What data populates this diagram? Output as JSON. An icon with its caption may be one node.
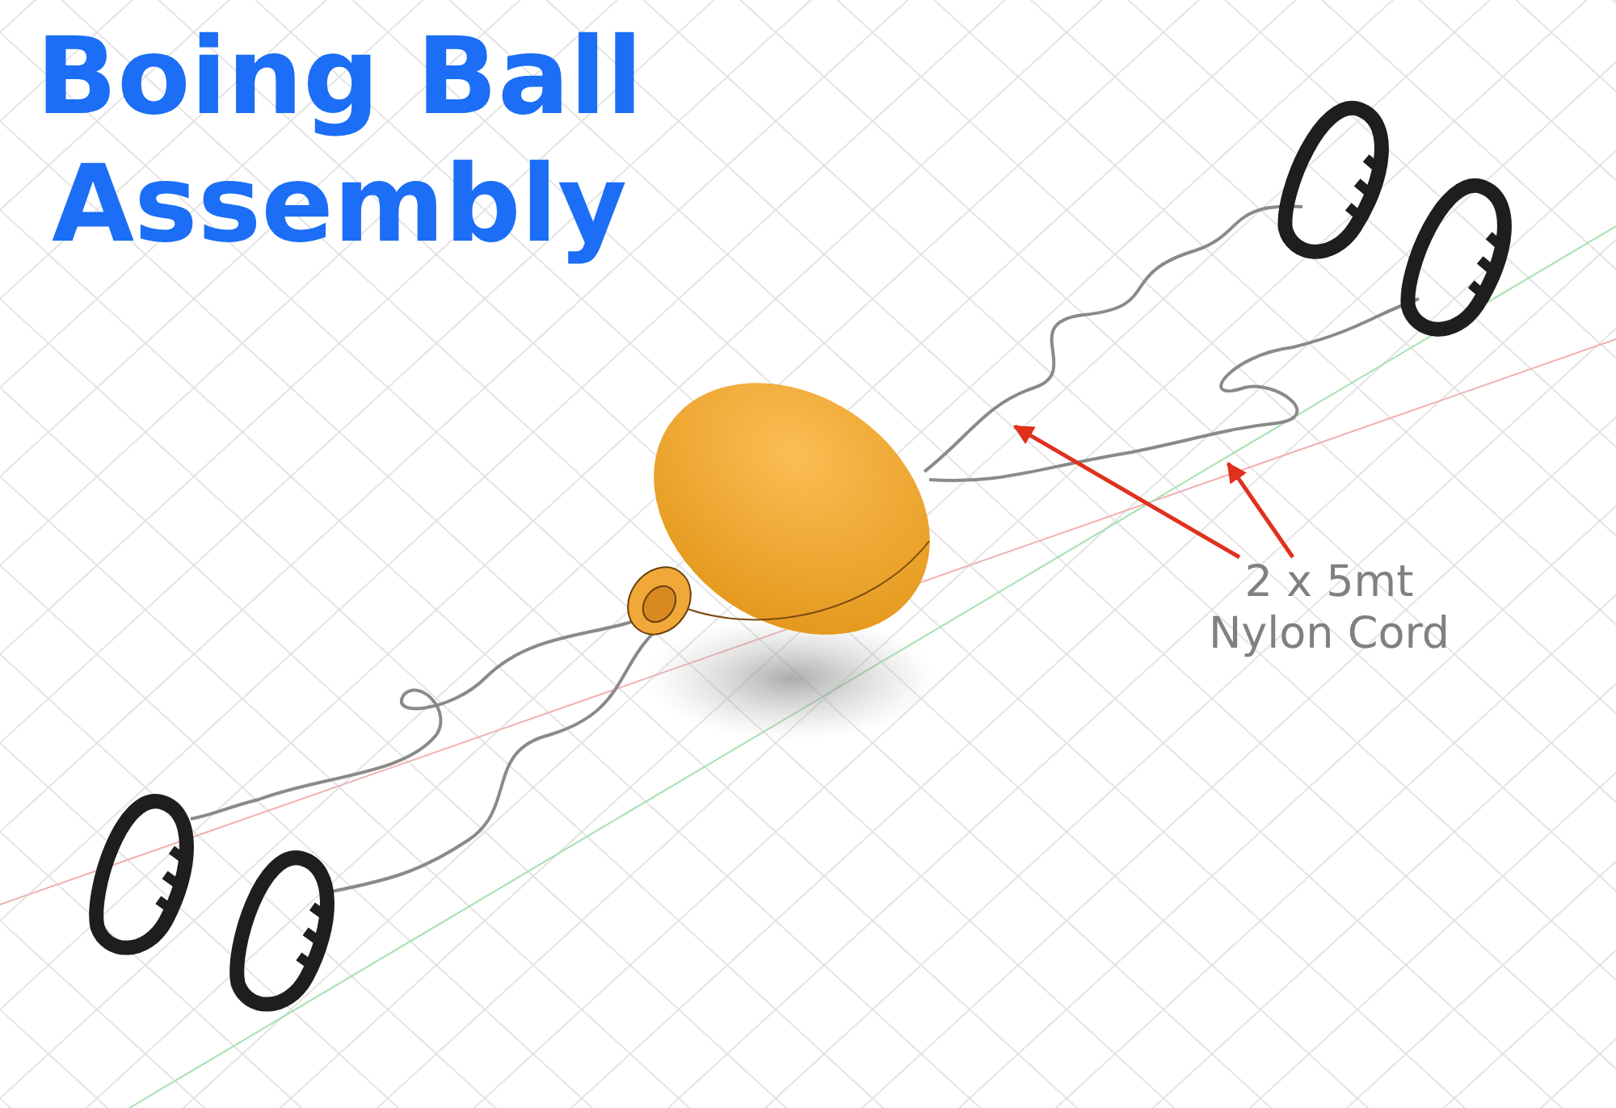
{
  "diagram": {
    "title": "Boing Ball Assembly",
    "nodes": [
      {
        "text": [
          "2 x 5mt Nylon Cord"
        ]
      },
      {
        "text": [],
        "shape": "picture"
      },
      {
        "text": [],
        "shape": "picture"
      }
    ],
    "edges": [
      {
        "from": 0,
        "to": 1,
        "arrow": "to",
        "color": "#e0301e"
      },
      {
        "from": 0,
        "to": 2,
        "arrow": "to",
        "color": "#e0301e"
      }
    ]
  }
}
